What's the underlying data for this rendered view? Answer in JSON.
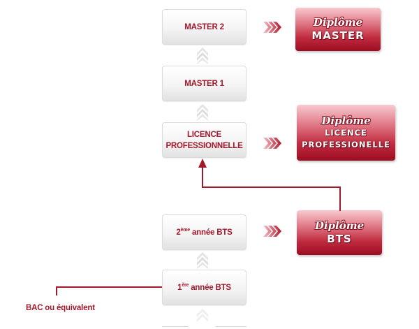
{
  "steps": [
    {
      "id": "master-2",
      "label": "MASTER 2"
    },
    {
      "id": "master-1",
      "label": "MASTER 1"
    },
    {
      "id": "licence-pro",
      "line1": "LICENCE",
      "line2": "PROFESSIONNELLE"
    },
    {
      "id": "bts-2",
      "number": "2",
      "sup": "ème",
      "label": " année BTS"
    },
    {
      "id": "bts-1",
      "number": "1",
      "sup": "ère",
      "label": " année BTS"
    }
  ],
  "diplomas": [
    {
      "id": "master",
      "title": "Diplôme",
      "line1": "MASTER"
    },
    {
      "id": "licence",
      "title": "Diplôme",
      "line1": "LICENCE",
      "line2": "PROFESSIONELLE"
    },
    {
      "id": "bts",
      "title": "Diplôme",
      "line1": "BTS"
    }
  ],
  "entry": {
    "label": "BAC ou équivalent"
  },
  "colors": {
    "accent": "#a3182b",
    "diploma_dark": "#9c0d22",
    "diploma_light": "#f9c9cf",
    "chevron": "#dcdcdc"
  }
}
